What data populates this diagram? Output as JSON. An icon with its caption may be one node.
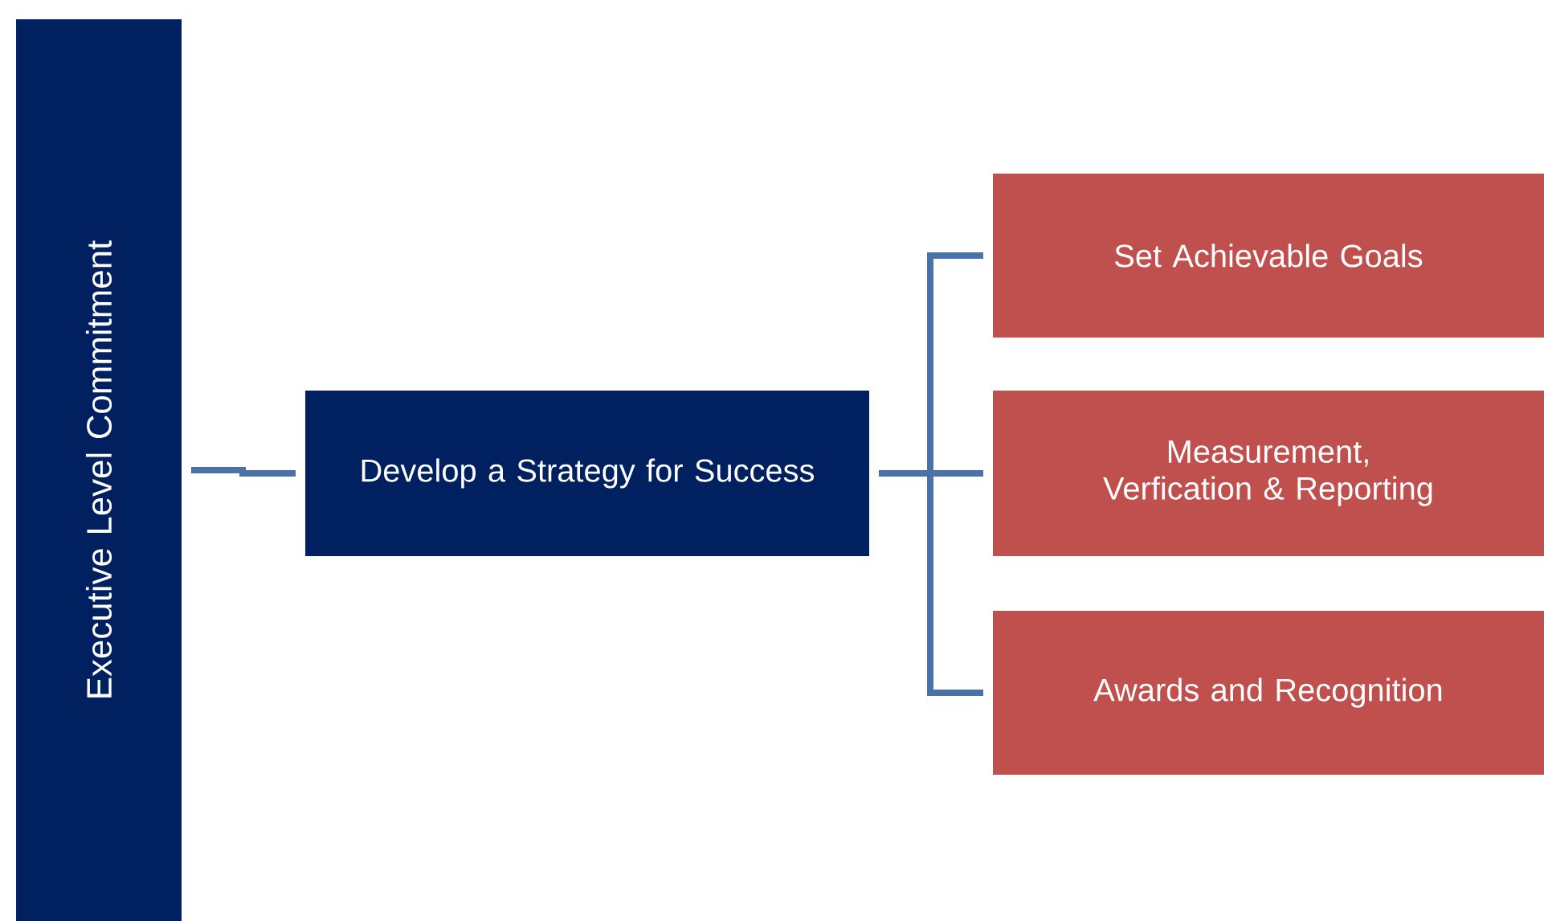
{
  "diagram": {
    "nodes": [
      {
        "text": [
          "Executive Level Commitment"
        ]
      },
      {
        "text": [
          "Develop a Strategy for Success"
        ]
      },
      {
        "text": [
          "Set Achievable Goals"
        ]
      },
      {
        "text": [
          "Measurement, Verfication & Reporting"
        ]
      },
      {
        "text": [
          "Awards and Recognition"
        ]
      }
    ],
    "edges": [
      {
        "from": 0,
        "to": 1,
        "arrow": "none"
      },
      {
        "from": 1,
        "to": 2,
        "arrow": "none"
      },
      {
        "from": 1,
        "to": 3,
        "arrow": "none"
      },
      {
        "from": 1,
        "to": 4,
        "arrow": "none"
      }
    ]
  }
}
